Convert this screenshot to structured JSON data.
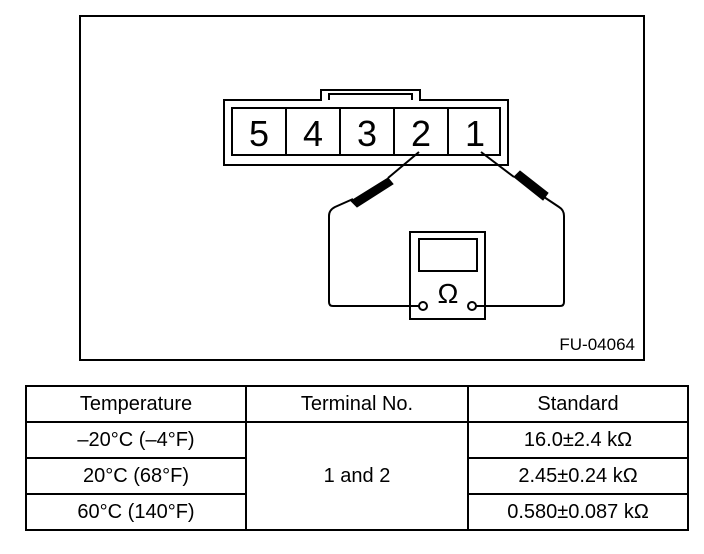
{
  "diagram": {
    "connector_terminals": [
      "5",
      "4",
      "3",
      "2",
      "1"
    ],
    "meter_symbol": "Ω",
    "figure_id": "FU-04064"
  },
  "table": {
    "headers": [
      "Temperature",
      "Terminal No.",
      "Standard"
    ],
    "rows": [
      {
        "temperature": "–20°C (–4°F)",
        "standard": "16.0±2.4 kΩ"
      },
      {
        "temperature": "20°C (68°F)",
        "standard": "2.45±0.24 kΩ"
      },
      {
        "temperature": "60°C (140°F)",
        "standard": "0.580±0.087 kΩ"
      }
    ],
    "terminal_no": "1 and 2"
  }
}
